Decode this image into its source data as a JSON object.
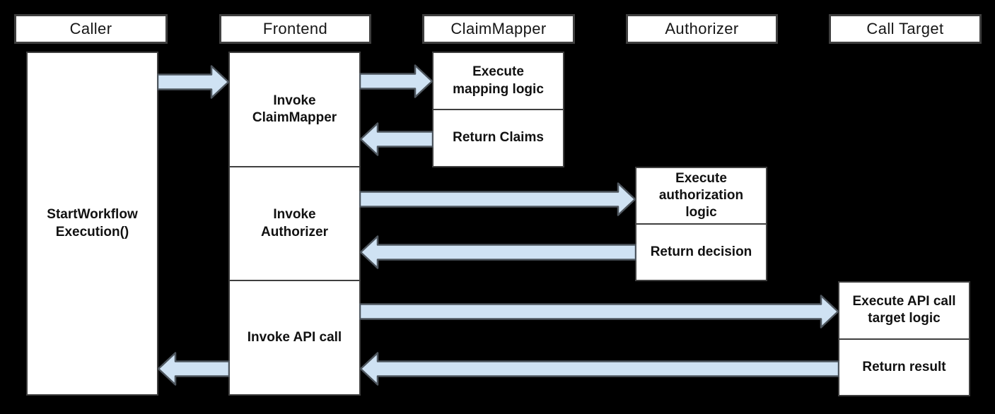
{
  "colors": {
    "background": "#000000",
    "box_fill": "#ffffff",
    "box_border": "#3f3f3f",
    "arrow_fill": "#cfe2f3",
    "arrow_stroke": "#4e565e",
    "text": "#111111"
  },
  "lifelines": [
    {
      "label": "Caller"
    },
    {
      "label": "Frontend"
    },
    {
      "label": "ClaimMapper"
    },
    {
      "label": "Authorizer"
    },
    {
      "label": "Call Target"
    }
  ],
  "activations": {
    "caller": {
      "label": "StartWorkflow\nExecution()"
    },
    "frontend": [
      {
        "label": "Invoke\nClaimMapper"
      },
      {
        "label": "Invoke\nAuthorizer"
      },
      {
        "label": "Invoke API call"
      }
    ],
    "claimmapper": [
      {
        "label": "Execute\nmapping logic"
      },
      {
        "label": "Return Claims"
      }
    ],
    "authorizer": [
      {
        "label": "Execute\nauthorization\nlogic"
      },
      {
        "label": "Return decision"
      }
    ],
    "call_target": [
      {
        "label": "Execute API call\ntarget logic"
      },
      {
        "label": "Return result"
      }
    ]
  }
}
